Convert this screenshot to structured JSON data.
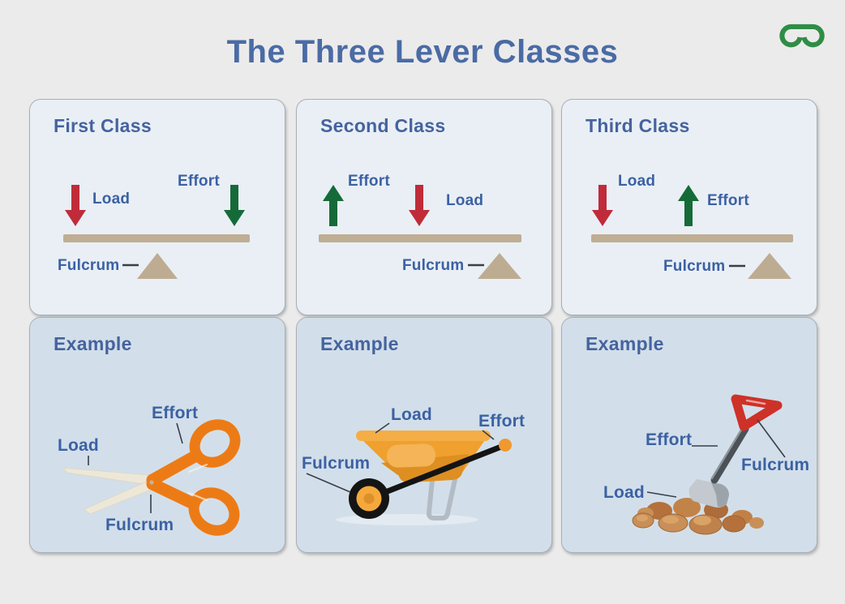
{
  "header": {
    "title": "The Three Lever Classes"
  },
  "logo": {
    "name": "geeksforgeeks-logo"
  },
  "colors": {
    "page_bg": "#ECEBEB",
    "diagram_card_bg": "#E9EFF5",
    "example_card_bg": "#D2DFEA",
    "card_border": "#A9B0B6",
    "title_blue": "#4A6BA5",
    "heading_blue": "#45639E",
    "label_blue": "#3C61A3",
    "load_red": "#C02B3A",
    "effort_green": "#156B38",
    "beam_tan": "#BFAE94",
    "fulcrum_tan": "#BEAC92",
    "leader_dark": "#3A3F46",
    "logo_green": "#2F8D46",
    "scissors_orange": "#ED7B15",
    "wheelbarrow_orange": "#EFA02F",
    "shovel_red": "#CE3128"
  },
  "panels": [
    {
      "title": "First Class",
      "lever": {
        "load_label": "Load",
        "effort_label": "Effort",
        "fulcrum_label": "Fulcrum",
        "load_direction": "down",
        "effort_direction": "down",
        "fulcrum_position": "center"
      },
      "example": {
        "heading": "Example",
        "illustration": "scissors",
        "effort_label": "Effort",
        "load_label": "Load",
        "fulcrum_label": "Fulcrum"
      }
    },
    {
      "title": "Second Class",
      "lever": {
        "effort_label": "Effort",
        "load_label": "Load",
        "fulcrum_label": "Fulcrum",
        "effort_direction": "up",
        "load_direction": "down",
        "fulcrum_position": "right"
      },
      "example": {
        "heading": "Example",
        "illustration": "wheelbarrow",
        "load_label": "Load",
        "effort_label": "Effort",
        "fulcrum_label": "Fulcrum"
      }
    },
    {
      "title": "Third Class",
      "lever": {
        "load_label": "Load",
        "effort_label": "Effort",
        "fulcrum_label": "Fulcrum",
        "load_direction": "down",
        "effort_direction": "up",
        "fulcrum_position": "right"
      },
      "example": {
        "heading": "Example",
        "illustration": "shovel",
        "effort_label": "Effort",
        "fulcrum_label": "Fulcrum",
        "load_label": "Load"
      }
    }
  ]
}
